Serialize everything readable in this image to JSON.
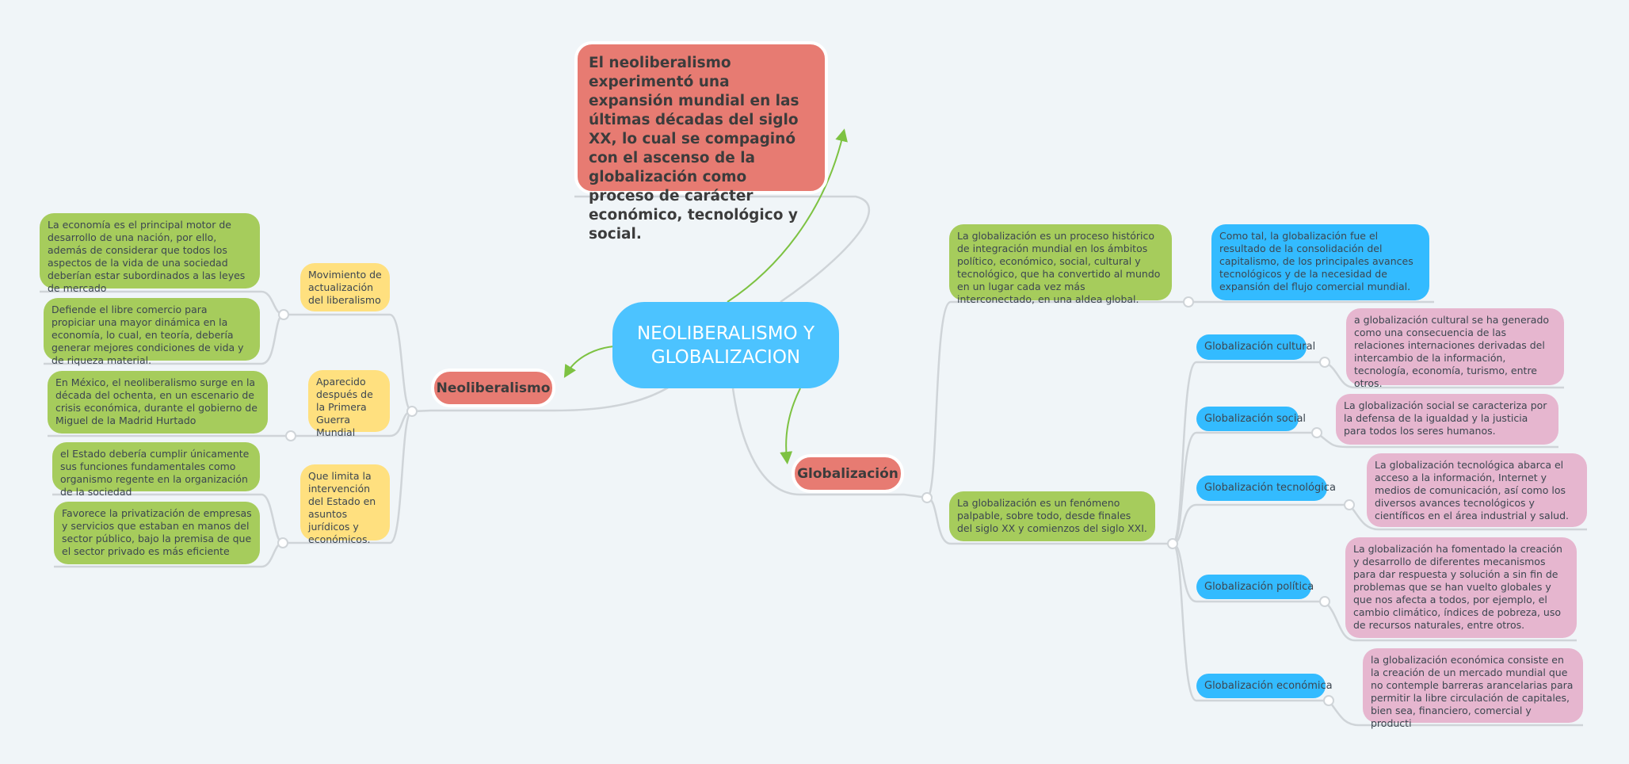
{
  "central": "NEOLIBERALISMO Y GLOBALIZACION",
  "top_note": "El neoliberalismo experimentó una expansión mundial en las últimas décadas del siglo XX, lo cual se compaginó con el ascenso de la globalización como proceso de carácter económico, tecnológico y social.",
  "neoliberalismo": {
    "title": "Neoliberalismo",
    "branches": [
      {
        "label": "Movimiento de actualización del liberalismo",
        "details": [
          "La economía es el principal motor de desarrollo de una nación, por ello, además de considerar que todos los aspectos de la vida de una sociedad deberían estar subordinados a las leyes de mercado",
          "Defiende el libre comercio para propiciar una mayor dinámica en la economía, lo cual, en teoría, debería generar mejores condiciones de vida y de riqueza material."
        ]
      },
      {
        "label": "Aparecido después de la Primera Guerra Mundial",
        "details": [
          "En México, el neoliberalismo surge en la década del ochenta, en un escenario de crisis económica, durante el gobierno de Miguel de la Madrid Hurtado"
        ]
      },
      {
        "label": "Que limita la intervención del Estado en asuntos jurídicos y económicos.",
        "details": [
          "el Estado debería cumplir únicamente sus funciones fundamentales como organismo regente en la organización de la sociedad",
          "Favorece la privatización de empresas y servicios que estaban en manos del sector público, bajo la premisa de que el sector privado es más eficiente"
        ]
      }
    ]
  },
  "globalizacion": {
    "title": "Globalización",
    "definition": "La globalización es un proceso histórico de integración mundial en los ámbitos político, económico, social, cultural y tecnológico, que ha convertido al mundo en un lugar cada vez más interconectado, en una aldea global.",
    "result": "Como tal, la globalización fue el resultado de la consolidación del capitalismo, de los principales avances tecnológicos y de la necesidad de expansión del flujo comercial mundial.",
    "phenomenon": "La globalización es un fenómeno palpable, sobre todo, desde finales del siglo XX y comienzos del siglo XXI.",
    "types": [
      {
        "label": "Globalización cultural",
        "detail": "a globalización cultural se ha generado como una consecuencia de las relaciones internaciones derivadas del intercambio de la información, tecnología, economía, turismo, entre otros."
      },
      {
        "label": "Globalización social",
        "detail": "La globalización social se caracteriza por la defensa de la igualdad y la justicia para todos los seres humanos."
      },
      {
        "label": "Globalización tecnológica",
        "detail": "La globalización tecnológica abarca el acceso a la información, Internet y medios de comunicación, así como los diversos avances tecnológicos y científicos en el área industrial y salud."
      },
      {
        "label": "Globalización política",
        "detail": "La globalización ha fomentado la creación y desarrollo de diferentes mecanismos para dar respuesta y solución a sin fin de problemas que se han vuelto globales y que nos afecta a todos, por ejemplo, el cambio climático, índices de pobreza, uso de recursos naturales, entre otros."
      },
      {
        "label": "Globalización económica",
        "detail": "la globalización económica consiste en la creación de un mercado mundial que no contemple barreras arancelarias para permitir la libre circulación de capitales, bien sea, financiero, comercial y producti"
      }
    ]
  },
  "colors": {
    "green": "#a6cc5c",
    "yellow": "#ffe07f",
    "blue": "#33bbff",
    "pink": "#e6b6cf",
    "red": "#e77b72",
    "central": "#4cc3ff",
    "arrow": "#7dc242",
    "line": "#cfd4d8"
  }
}
